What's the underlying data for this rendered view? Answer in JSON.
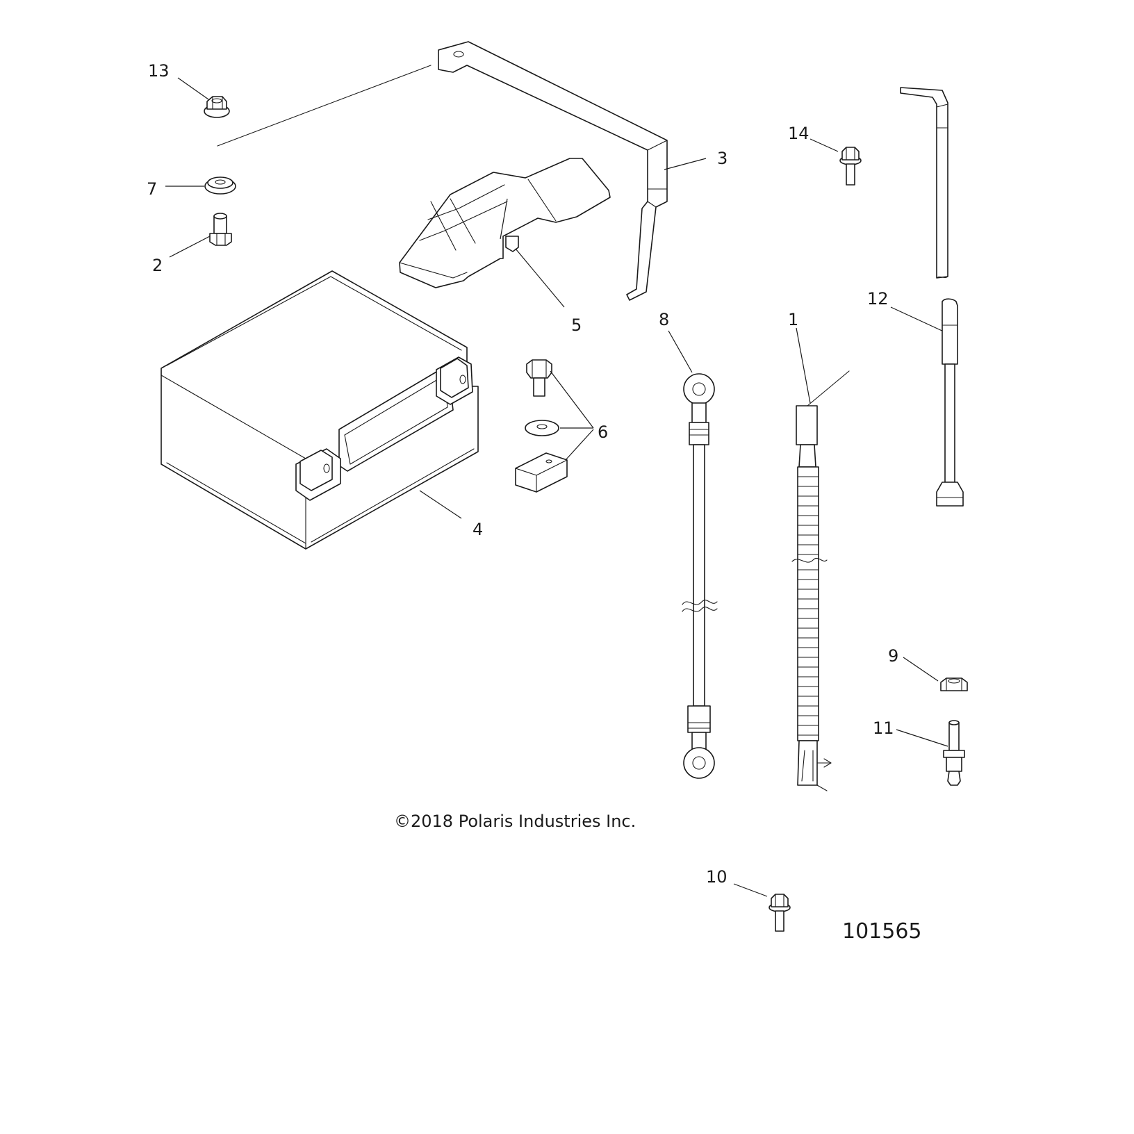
{
  "callouts": {
    "c1": "1",
    "c2": "2",
    "c3": "3",
    "c4": "4",
    "c5": "5",
    "c6": "6",
    "c7": "7",
    "c8": "8",
    "c9": "9",
    "c10": "10",
    "c11": "11",
    "c12": "12",
    "c13": "13",
    "c14": "14"
  },
  "copyright": "©2018 Polaris Industries Inc.",
  "diagram_id": "101565"
}
